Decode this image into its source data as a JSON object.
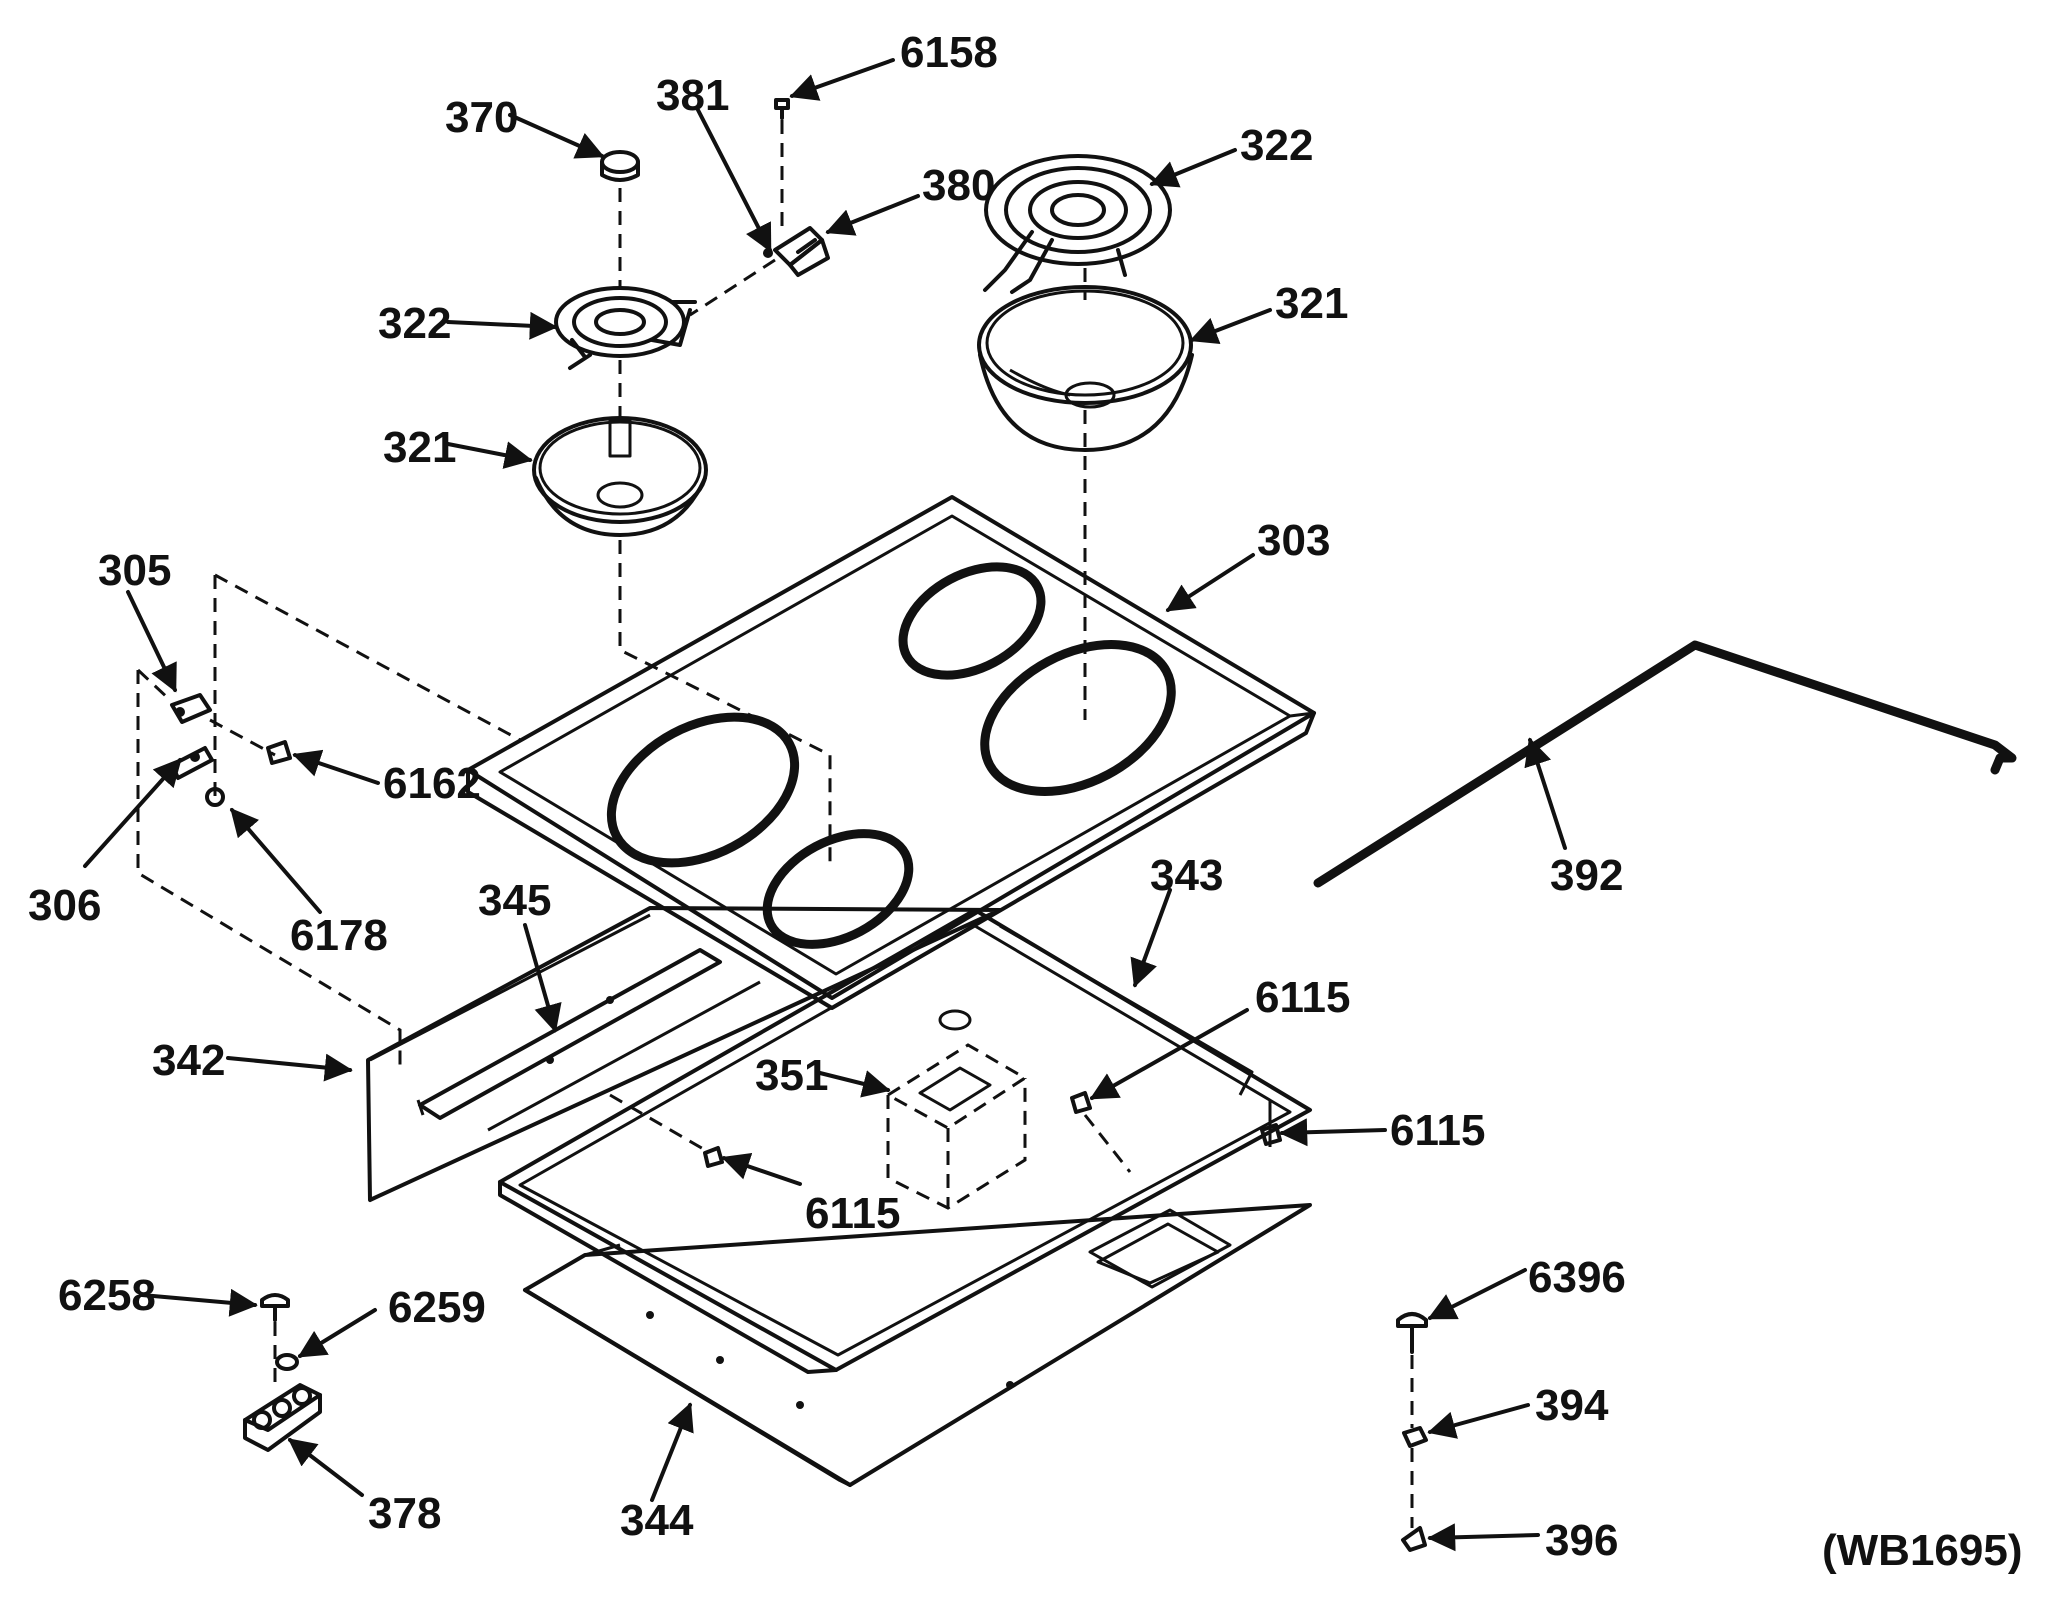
{
  "diagram": {
    "labels": {
      "p370": "370",
      "p381": "381",
      "p6158": "6158",
      "p380": "380",
      "p322a": "322",
      "p322b": "322",
      "p321a": "321",
      "p321b": "321",
      "p303": "303",
      "p305": "305",
      "p6162": "6162",
      "p306": "306",
      "p6178": "6178",
      "p345": "345",
      "p343": "343",
      "p392": "392",
      "p342": "342",
      "p351": "351",
      "p6115a": "6115",
      "p6115b": "6115",
      "p6115c": "6115",
      "p6258": "6258",
      "p6259": "6259",
      "p378": "378",
      "p344": "344",
      "p6396": "6396",
      "p394": "394",
      "p396": "396",
      "code": "(WB1695)"
    }
  }
}
